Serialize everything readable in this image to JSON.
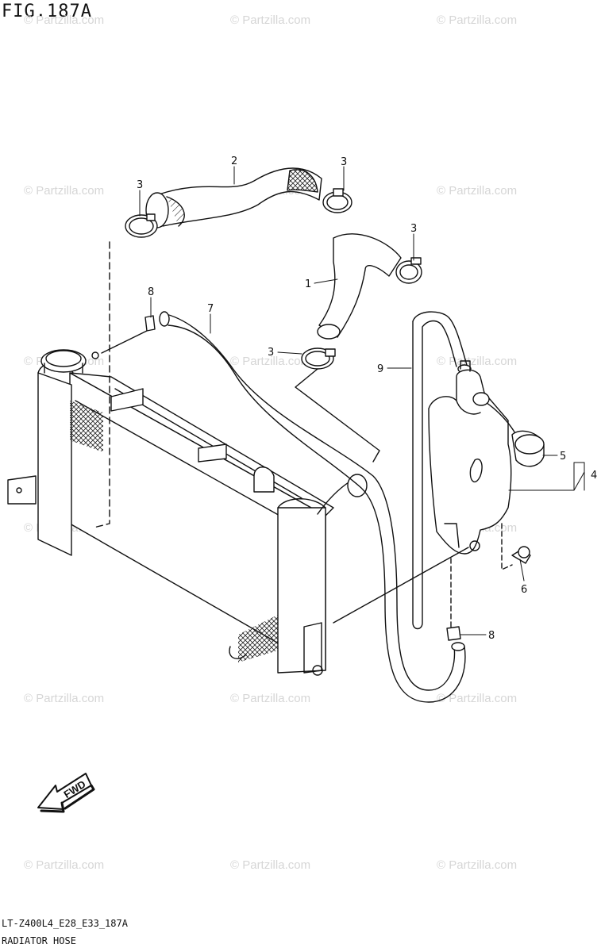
{
  "figure": {
    "title": "FIG.187A",
    "code": "LT-Z400L4_E28_E33_187A",
    "name": "RADIATOR HOSE"
  },
  "callouts": [
    "1",
    "2",
    "3",
    "3",
    "3",
    "3",
    "4",
    "5",
    "6",
    "7",
    "8",
    "8",
    "9"
  ],
  "fwd_label": "FWD",
  "watermark": "© Partzilla.com",
  "colors": {
    "line": "#111111",
    "watermark": "#d6d6d6",
    "background": "#ffffff"
  }
}
